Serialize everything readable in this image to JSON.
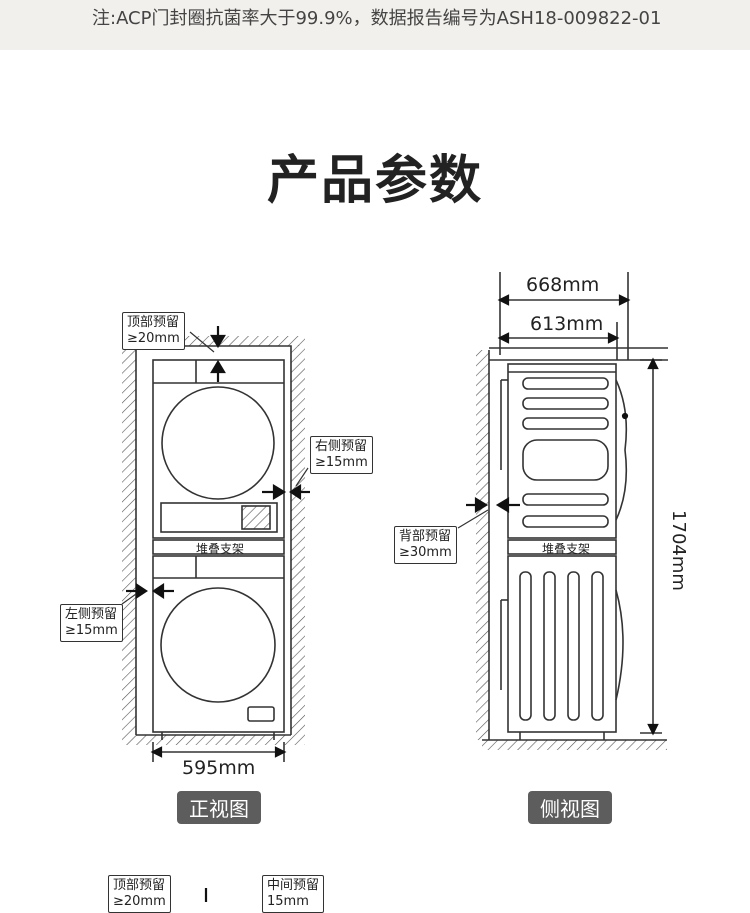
{
  "notice": "注:ACP门封圈抗菌率大于99.9%，数据报告编号为ASH18-009822-01",
  "title": "产品参数",
  "front_view": {
    "top_clearance": [
      "顶部预留",
      "≥20mm"
    ],
    "right_clearance": [
      "右侧预留",
      "≥15mm"
    ],
    "left_clearance": [
      "左侧预留",
      "≥15mm"
    ],
    "rack_label": "堆叠支架",
    "width": "595mm",
    "caption": "正视图"
  },
  "side_view": {
    "depth_outer": "668mm",
    "depth_inner": "613mm",
    "height": "1704mm",
    "back_clearance": [
      "背部预留",
      "≥30mm"
    ],
    "rack_label": "堆叠支架",
    "caption": "侧视图"
  },
  "bottom_labels": {
    "top_clearance": [
      "顶部预留",
      "≥20mm"
    ],
    "middle_clearance": [
      "中间预留",
      "15mm"
    ]
  },
  "colors": {
    "notice_bg": "#f2f0ec",
    "badge_bg": "#5d5d5d",
    "line": "#333333"
  }
}
